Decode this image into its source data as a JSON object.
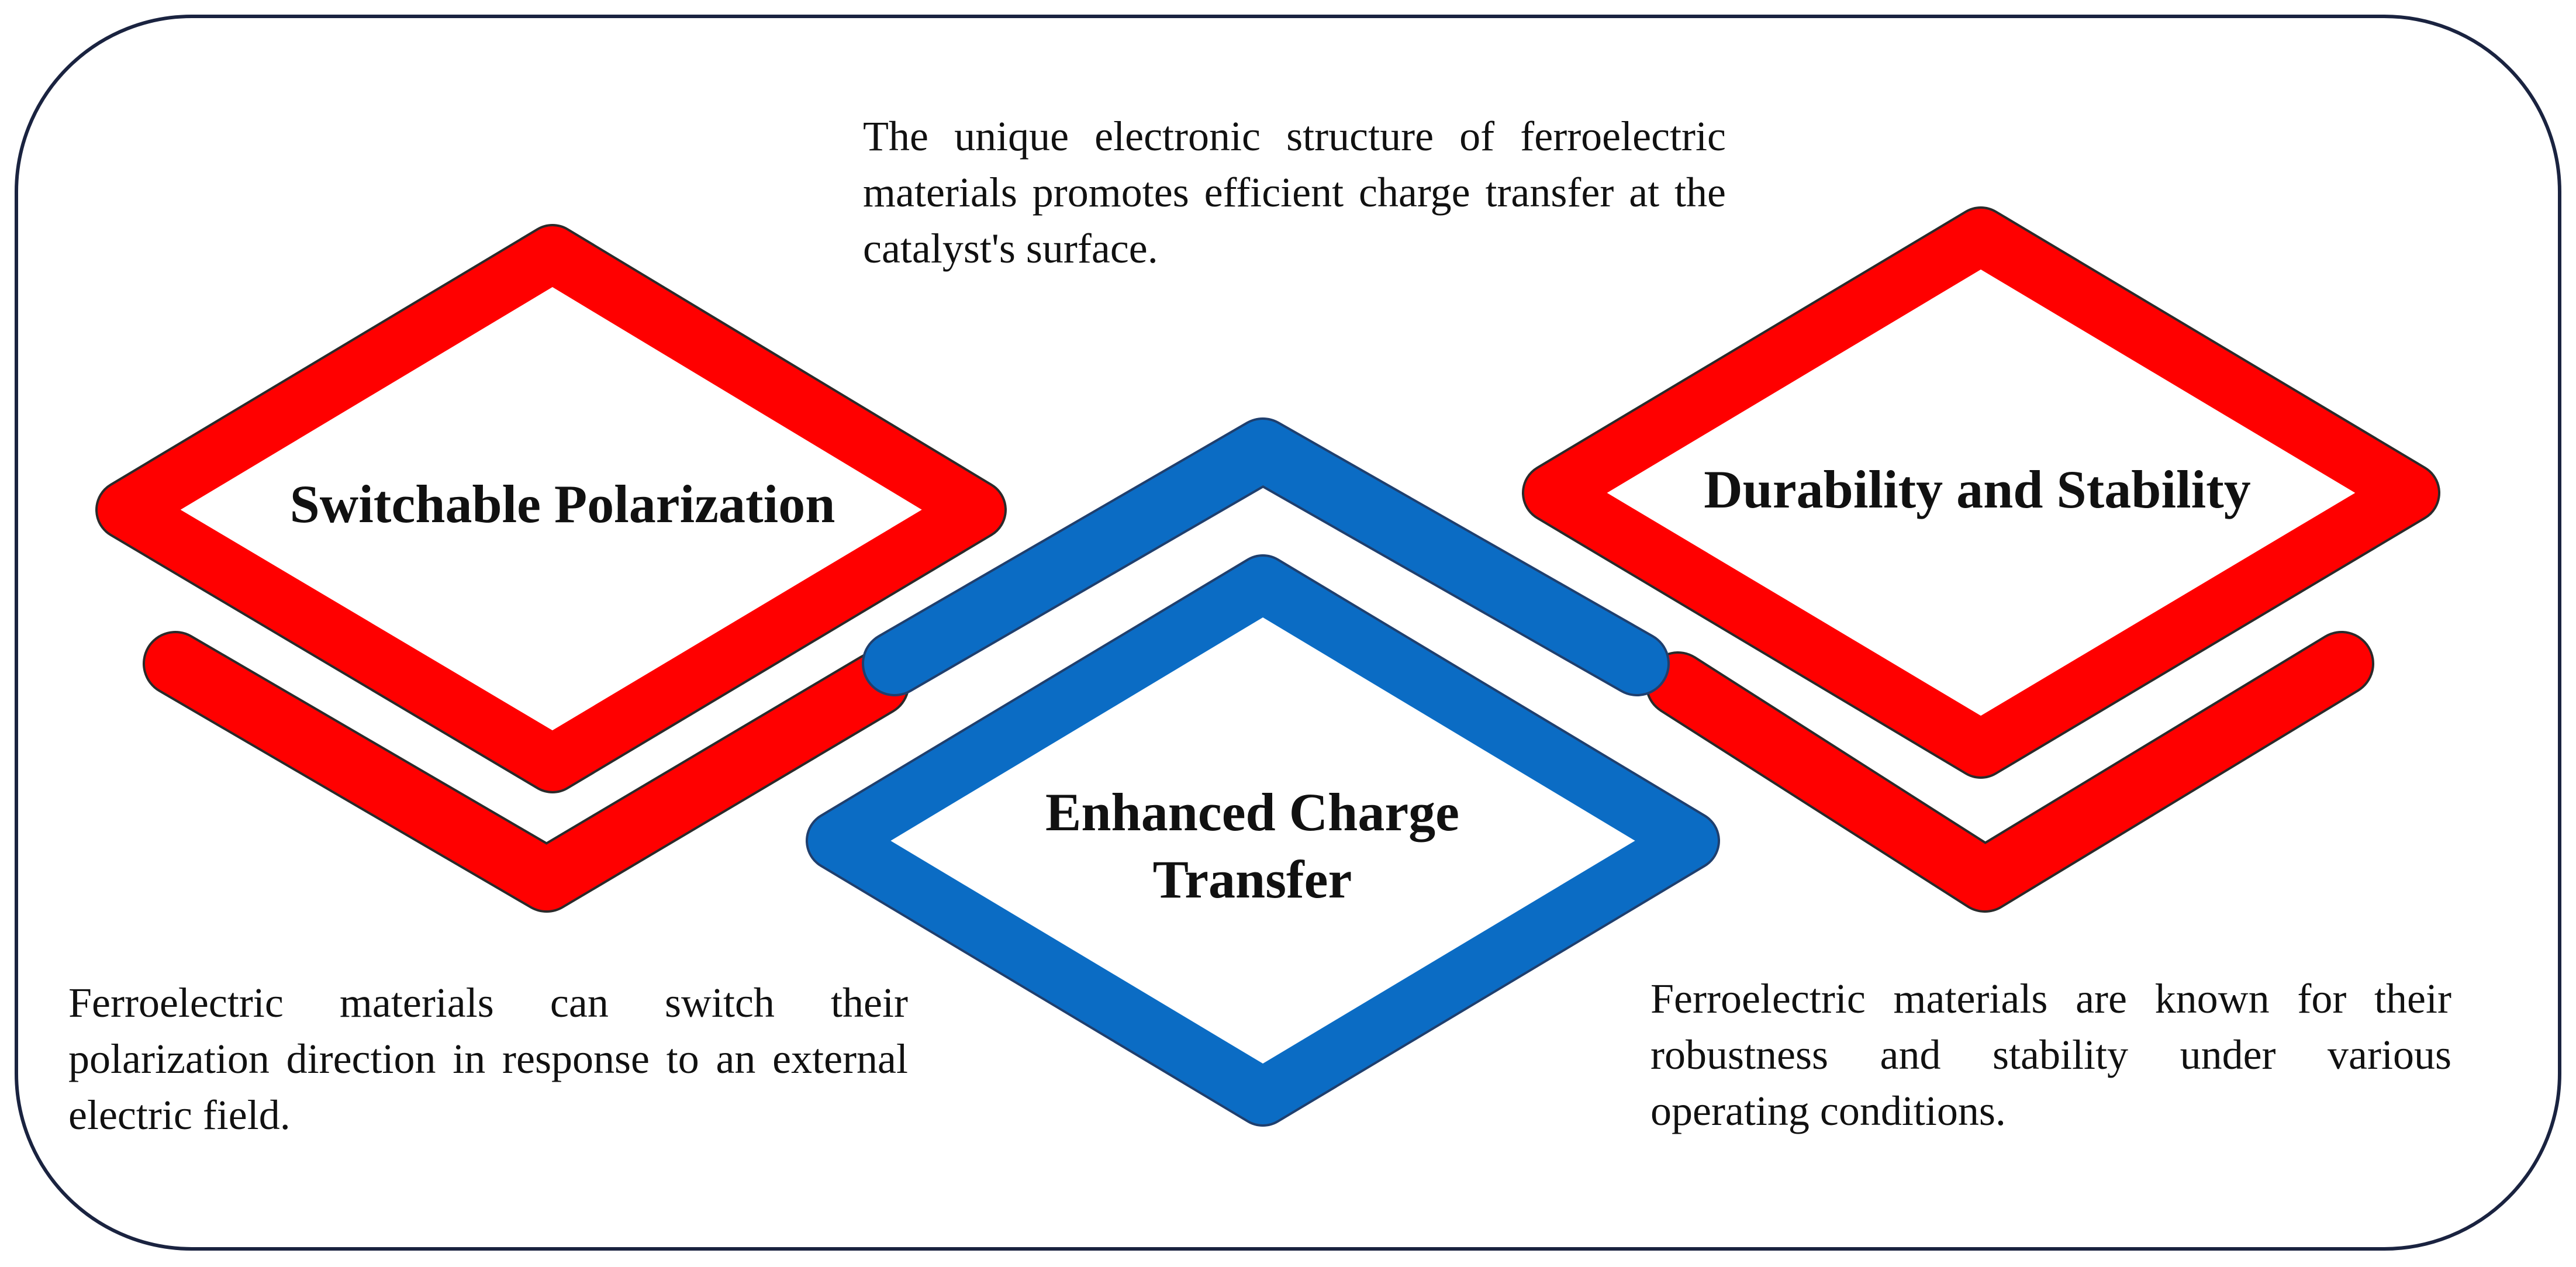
{
  "colors": {
    "frame": "#1a2340",
    "red": "#ff0000",
    "blue": "#0b6cc4",
    "shape_outline": "#2a2a2a",
    "text": "#111111"
  },
  "nodes": {
    "switchable": {
      "title": "Switchable Polarization",
      "color": "red"
    },
    "charge": {
      "title_lines": [
        "Enhanced Charge",
        "Transfer"
      ],
      "color": "blue"
    },
    "durability": {
      "title": "Durability and Stability",
      "color": "red"
    }
  },
  "descriptions": {
    "charge": "The unique electronic structure of ferroelectric materials promotes efficient charge transfer at the catalyst's surface.",
    "switchable": "Ferroelectric materials can switch their polarization direction in response to an external electric field.",
    "durability": "Ferroelectric materials are known for their robustness and stability under various operating conditions."
  }
}
